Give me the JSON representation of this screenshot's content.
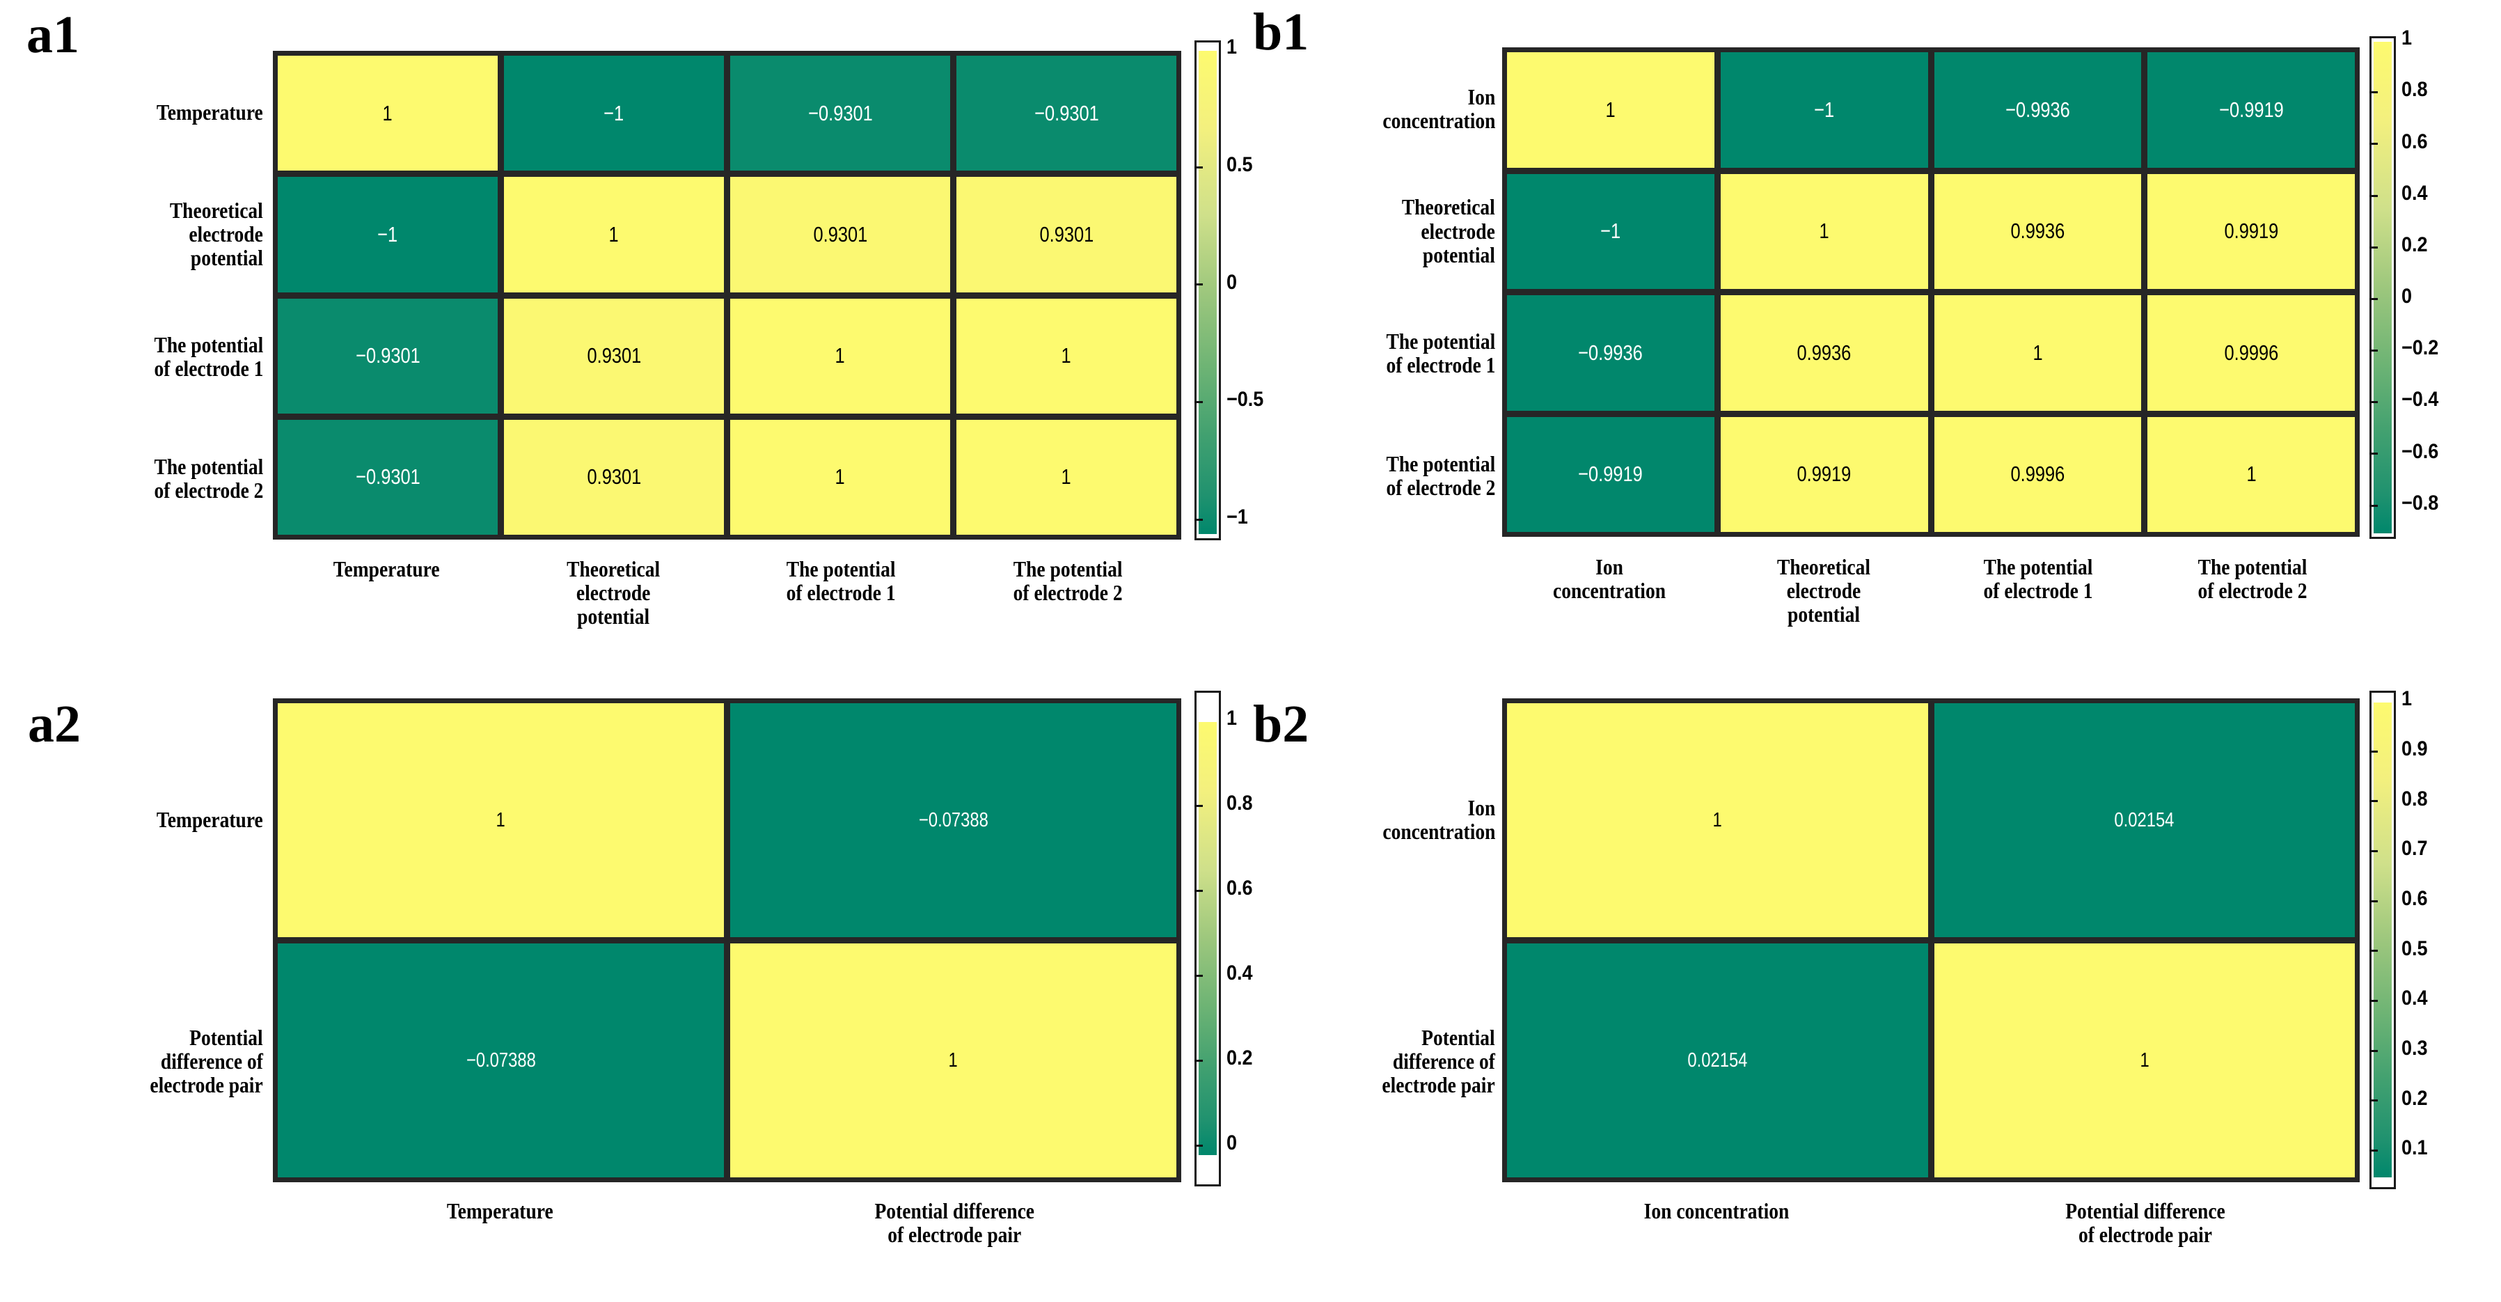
{
  "figure": {
    "type": "correlation-heatmap-figure",
    "panel_count": 4,
    "colormap": "summer-reversed (teal-green to yellow)",
    "colors": {
      "low": "#00876c",
      "high": "#fdfa6f",
      "gridline": "#262626",
      "text_on_dark": "#ffffff",
      "text_on_light": "#000000"
    }
  },
  "panels": {
    "a1": {
      "tag": "a1",
      "labels": [
        "Temperature",
        "Theoretical\nelectrode\npotential",
        "The potential\nof electrode 1",
        "The potential\nof electrode 2"
      ],
      "row_labels": [
        [
          "Temperature"
        ],
        [
          "Theoretical",
          "electrode",
          "potential"
        ],
        [
          "The potential",
          "of electrode 1"
        ],
        [
          "The potential",
          "of electrode 2"
        ]
      ],
      "col_labels": [
        [
          "Temperature"
        ],
        [
          "Theoretical",
          "electrode",
          "potential"
        ],
        [
          "The potential",
          "of electrode 1"
        ],
        [
          "The potential",
          "of electrode 2"
        ]
      ],
      "cells": [
        [
          "1",
          "−1",
          "−0.9301",
          "−0.9301"
        ],
        [
          "−1",
          "1",
          "0.9301",
          "0.9301"
        ],
        [
          "−0.9301",
          "0.9301",
          "1",
          "1"
        ],
        [
          "−0.9301",
          "0.9301",
          "1",
          "1"
        ]
      ],
      "colorbar": {
        "ticks": [
          "1",
          "0.5",
          "0",
          "−0.5",
          "−1"
        ],
        "min": -1,
        "max": 1
      }
    },
    "b1": {
      "tag": "b1",
      "row_labels": [
        [
          "Ion",
          "concentration"
        ],
        [
          "Theoretical",
          "electrode",
          "potential"
        ],
        [
          "The potential",
          "of electrode 1"
        ],
        [
          "The potential",
          "of electrode 2"
        ]
      ],
      "col_labels": [
        [
          "Ion",
          "concentration"
        ],
        [
          "Theoretical",
          "electrode",
          "potential"
        ],
        [
          "The potential",
          "of electrode 1"
        ],
        [
          "The potential",
          "of electrode 2"
        ]
      ],
      "cells": [
        [
          "1",
          "−1",
          "−0.9936",
          "−0.9919"
        ],
        [
          "−1",
          "1",
          "0.9936",
          "0.9919"
        ],
        [
          "−0.9936",
          "0.9936",
          "1",
          "0.9996"
        ],
        [
          "−0.9919",
          "0.9919",
          "0.9996",
          "1"
        ]
      ],
      "colorbar": {
        "ticks": [
          "1",
          "0.8",
          "0.6",
          "0.4",
          "0.2",
          "0",
          "−0.2",
          "−0.4",
          "−0.6",
          "−0.8"
        ],
        "min": -1,
        "max": 1
      }
    },
    "a2": {
      "tag": "a2",
      "row_labels": [
        [
          "Temperature"
        ],
        [
          "Potential",
          "difference of",
          "electrode pair"
        ]
      ],
      "col_labels": [
        [
          "Temperature"
        ],
        [
          "Potential difference",
          "of electrode pair"
        ]
      ],
      "cells": [
        [
          "1",
          "−0.07388"
        ],
        [
          "−0.07388",
          "1"
        ]
      ],
      "colorbar": {
        "ticks": [
          "1",
          "0.8",
          "0.6",
          "0.4",
          "0.2",
          "0"
        ],
        "min": -0.07388,
        "max": 1
      }
    },
    "b2": {
      "tag": "b2",
      "row_labels": [
        [
          "Ion",
          "concentration"
        ],
        [
          "Potential",
          "difference of",
          "electrode pair"
        ]
      ],
      "col_labels": [
        [
          "Ion concentration"
        ],
        [
          "Potential difference",
          "of electrode pair"
        ]
      ],
      "cells": [
        [
          "1",
          "0.02154"
        ],
        [
          "0.02154",
          "1"
        ]
      ],
      "colorbar": {
        "ticks": [
          "1",
          "0.9",
          "0.8",
          "0.7",
          "0.6",
          "0.5",
          "0.4",
          "0.3",
          "0.2",
          "0.1"
        ],
        "min": 0.02154,
        "max": 1
      }
    }
  },
  "chart_data": [
    {
      "type": "heatmap",
      "panel": "a1",
      "title": "a1",
      "categories": [
        "Temperature",
        "Theoretical electrode potential",
        "The potential of electrode 1",
        "The potential of electrode 2"
      ],
      "matrix": [
        [
          1,
          -1,
          -0.9301,
          -0.9301
        ],
        [
          -1,
          1,
          0.9301,
          0.9301
        ],
        [
          -0.9301,
          0.9301,
          1,
          1
        ],
        [
          -0.9301,
          0.9301,
          1,
          1
        ]
      ],
      "zlim": [
        -1,
        1
      ],
      "colorbar_ticks": [
        1,
        0.5,
        0,
        -0.5,
        -1
      ],
      "xlabel": "",
      "ylabel": "",
      "grid": true,
      "legend": "colorbar-right"
    },
    {
      "type": "heatmap",
      "panel": "b1",
      "title": "b1",
      "categories": [
        "Ion concentration",
        "Theoretical electrode potential",
        "The potential of electrode 1",
        "The potential of electrode 2"
      ],
      "matrix": [
        [
          1,
          -1,
          -0.9936,
          -0.9919
        ],
        [
          -1,
          1,
          0.9936,
          0.9919
        ],
        [
          -0.9936,
          0.9936,
          1,
          0.9996
        ],
        [
          -0.9919,
          0.9919,
          0.9996,
          1
        ]
      ],
      "zlim": [
        -1,
        1
      ],
      "colorbar_ticks": [
        1,
        0.8,
        0.6,
        0.4,
        0.2,
        0,
        -0.2,
        -0.4,
        -0.6,
        -0.8
      ],
      "xlabel": "",
      "ylabel": "",
      "grid": true,
      "legend": "colorbar-right"
    },
    {
      "type": "heatmap",
      "panel": "a2",
      "title": "a2",
      "categories": [
        "Temperature",
        "Potential difference of electrode pair"
      ],
      "matrix": [
        [
          1,
          -0.07388
        ],
        [
          -0.07388,
          1
        ]
      ],
      "zlim": [
        -0.07388,
        1
      ],
      "colorbar_ticks": [
        1,
        0.8,
        0.6,
        0.4,
        0.2,
        0
      ],
      "xlabel": "",
      "ylabel": "",
      "grid": true,
      "legend": "colorbar-right"
    },
    {
      "type": "heatmap",
      "panel": "b2",
      "title": "b2",
      "categories": [
        "Ion concentration",
        "Potential difference of electrode pair"
      ],
      "matrix": [
        [
          1,
          0.02154
        ],
        [
          0.02154,
          1
        ]
      ],
      "zlim": [
        0.02154,
        1
      ],
      "colorbar_ticks": [
        1,
        0.9,
        0.8,
        0.7,
        0.6,
        0.5,
        0.4,
        0.3,
        0.2,
        0.1
      ],
      "xlabel": "",
      "ylabel": "",
      "grid": true,
      "legend": "colorbar-right"
    }
  ]
}
